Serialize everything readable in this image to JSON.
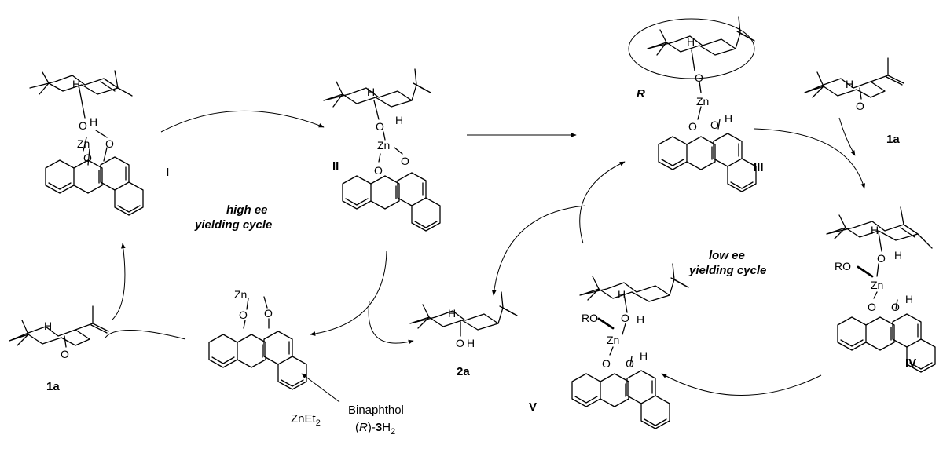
{
  "labels": {
    "I": "I",
    "II": "II",
    "III": "III",
    "IV": "IV",
    "V": "V",
    "one_a": "1a",
    "two_a": "2a",
    "R": "R"
  },
  "cycles": {
    "high_l1": "high ee",
    "high_l2": "yielding cycle",
    "low_l1": "low ee",
    "low_l2": "yielding cycle"
  },
  "reagents": {
    "znet": "ZnEt",
    "znet_sub": "2",
    "binaphthol": "Binaphthol",
    "r_open": "(",
    "r_letter": "R",
    "r_close": ")-",
    "r_bold": "3",
    "r_H": "H",
    "r_sub": "2"
  },
  "atoms": {
    "O": "O",
    "H": "H",
    "Zn": "Zn",
    "RO": "RO"
  }
}
